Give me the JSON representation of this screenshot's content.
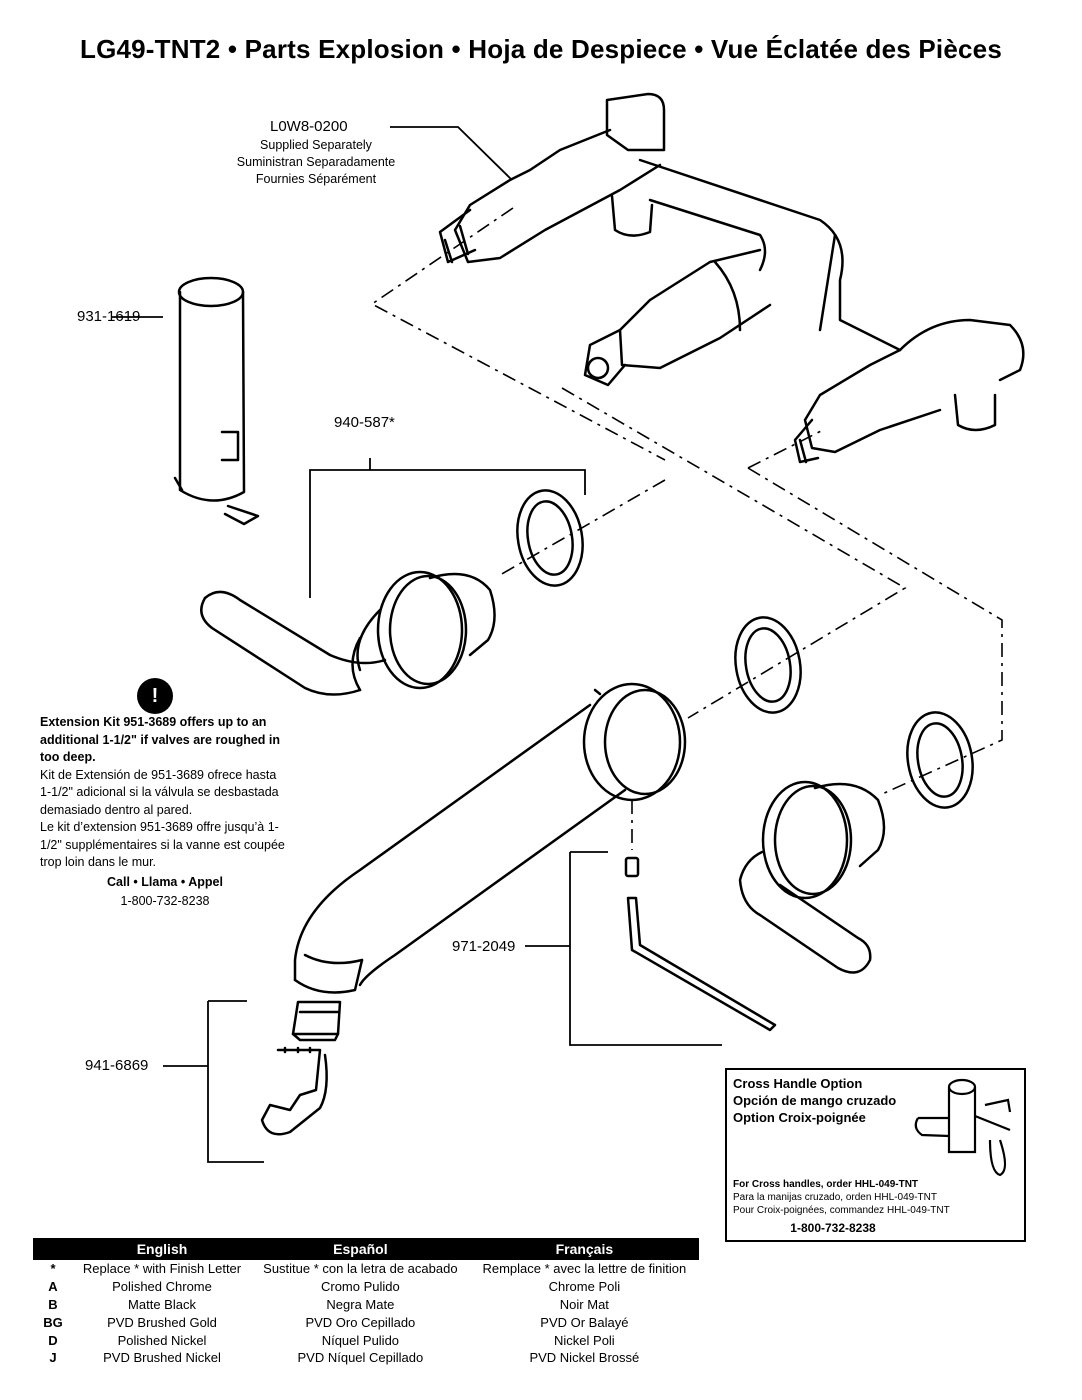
{
  "title": "LG49-TNT2 • Parts Explosion • Hoja de Despiece • Vue Éclatée des Pièces",
  "parts": {
    "valve": {
      "number": "L0W8-0200",
      "line1": "Supplied Separately",
      "line2": "Suministran Separadamente",
      "line3": "Fournies Séparément"
    },
    "sleeve": {
      "number": "931-1619"
    },
    "handles": {
      "number": "940-587*"
    },
    "allen_key": {
      "number": "971-2049"
    },
    "aerator": {
      "number": "941-6869"
    }
  },
  "extension_note": {
    "warning_glyph": "!",
    "en": "Extension Kit 951-3689 offers up to an additional 1-1/2\" if valves are roughed in too deep.",
    "es": "Kit de Extensión de 951-3689 ofrece hasta 1-1/2\" adicional si la válvula se desbastada demasiado dentro al pared.",
    "fr": "Le kit d’extension 951-3689 offre jusqu’à 1-1/2\" supplémentaires si la vanne est coupée trop loin dans le mur.",
    "call": "Call • Llama • Appel",
    "phone": "1-800-732-8238"
  },
  "cross_handle": {
    "title_en": "Cross Handle Option",
    "title_es": "Opción de mango cruzado",
    "title_fr": "Option Croix-poignée",
    "order_en": "For Cross handles, order HHL-049-TNT",
    "order_es": "Para la manijas cruzado, orden HHL-049-TNT",
    "order_fr": "Pour Croix-poignées, commandez HHL-049-TNT",
    "phone": "1-800-732-8238"
  },
  "finish_table": {
    "headers": [
      "",
      "English",
      "Español",
      "Français"
    ],
    "rows": [
      {
        "code": "*",
        "en": "Replace * with Finish Letter",
        "es": "Sustitue * con la letra de acabado",
        "fr": "Remplace * avec la lettre de finition"
      },
      {
        "code": "A",
        "en": "Polished Chrome",
        "es": "Cromo Pulido",
        "fr": "Chrome Poli"
      },
      {
        "code": "B",
        "en": "Matte Black",
        "es": "Negra Mate",
        "fr": "Noir Mat"
      },
      {
        "code": "BG",
        "en": "PVD Brushed Gold",
        "es": "PVD Oro Cepillado",
        "fr": "PVD Or Balayé"
      },
      {
        "code": "D",
        "en": "Polished Nickel",
        "es": "Níquel Pulido",
        "fr": "Nickel Poli"
      },
      {
        "code": "J",
        "en": "PVD Brushed Nickel",
        "es": "PVD Níquel Cepillado",
        "fr": "PVD Nickel Brossé"
      }
    ]
  }
}
